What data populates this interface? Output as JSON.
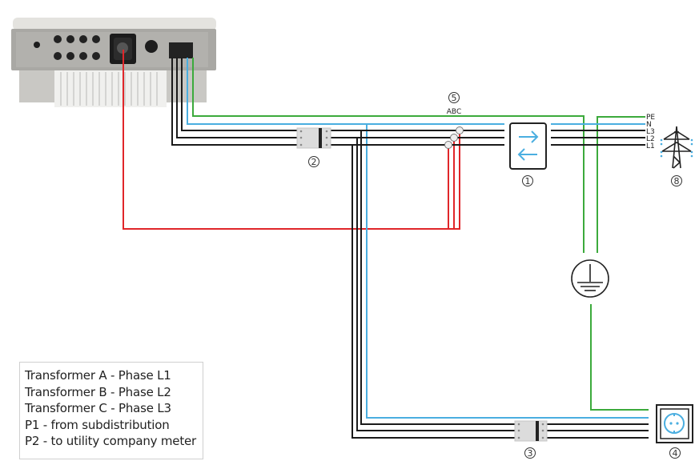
{
  "labels": {
    "ct_marker": "5",
    "ct_phases": "ABC",
    "bidirectional_meter": "1",
    "breaker_inverter": "2",
    "breaker_load": "3",
    "socket": "4",
    "grid": "8",
    "line_pe": "PE",
    "line_n": "N",
    "line_l3": "L3",
    "line_l2": "L2",
    "line_l1": "L1"
  },
  "legend": [
    "Transformer A - Phase L1",
    "Transformer B - Phase L2",
    "Transformer C - Phase L3",
    "P1 - from subdistribution",
    "P2 - to utility company meter"
  ],
  "colors": {
    "phase": "#1a1a1a",
    "neutral": "#4aaee0",
    "earth": "#3caa3c",
    "ct_signal": "#e0262a"
  },
  "icons": [
    "inverter-image",
    "breaker-icon",
    "current-transformer-icon",
    "bidirectional-meter-icon",
    "earth-ground-icon",
    "power-pylon-icon",
    "schuko-socket-icon"
  ]
}
